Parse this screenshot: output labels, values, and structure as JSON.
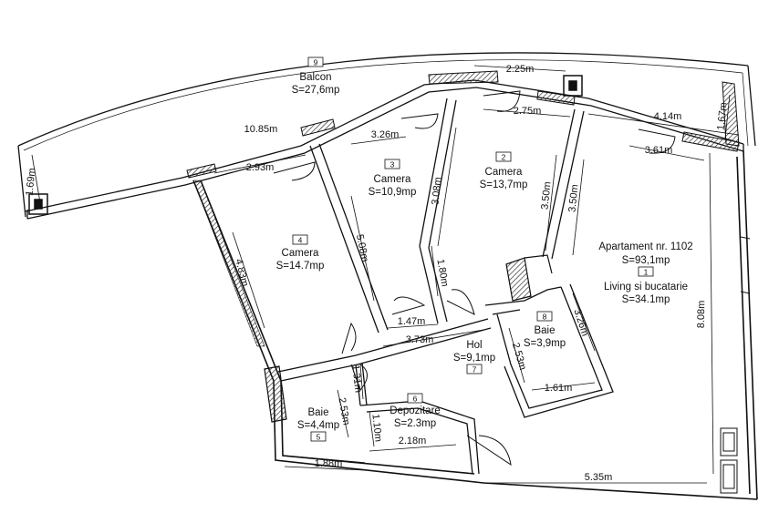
{
  "apartment": {
    "title": "Apartament nr. 1102",
    "area": "S=93,1mp",
    "number": "1",
    "room_name": "Living si bucatarie",
    "room_area": "S=34.1mp"
  },
  "rooms": [
    {
      "id": "balcon",
      "number": "9",
      "name": "Balcon",
      "area": "S=27,6mp"
    },
    {
      "id": "camera-3",
      "number": "3",
      "name": "Camera",
      "area": "S=10,9mp"
    },
    {
      "id": "camera-2",
      "number": "2",
      "name": "Camera",
      "area": "S=13,7mp"
    },
    {
      "id": "camera-4",
      "number": "4",
      "name": "Camera",
      "area": "S=14.7mp"
    },
    {
      "id": "baie-8",
      "number": "8",
      "name": "Baie",
      "area": "S=3,9mp"
    },
    {
      "id": "hol",
      "number": "7",
      "name": "Hol",
      "area": "S=9,1mp"
    },
    {
      "id": "depozitare",
      "number": "6",
      "name": "Depozitare",
      "area": "S=2.3mp"
    },
    {
      "id": "baie-5",
      "number": "5",
      "name": "Baie",
      "area": "S=4,4mp"
    }
  ],
  "dimensions": [
    "2.25m",
    "1.67m",
    "2.75m",
    "4.14m",
    "3.61m",
    "10.85m",
    "3.26m",
    "1.69m",
    "2.93m",
    "3.08m",
    "3.50m",
    "3.50m",
    "5.08m",
    "4.83m",
    "1.80m",
    "1.47m",
    "3.73m",
    "3.26m",
    "2.53m",
    "8.08m",
    "1.31m",
    "2.53m",
    "1.61m",
    "1.10m",
    "2.18m",
    "1.88m",
    "5.35m"
  ]
}
